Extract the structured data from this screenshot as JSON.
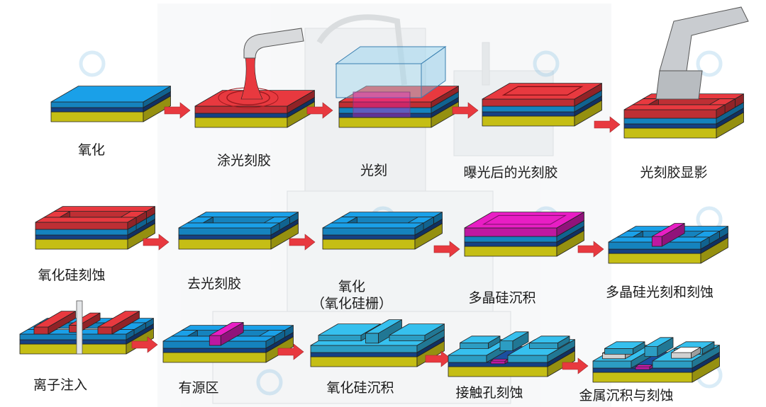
{
  "colors": {
    "blue": "#1aa0e8",
    "red": "#e8393f",
    "yellow": "#f0e81a",
    "magenta": "#e81ec4",
    "dark_blue": "#1a4fa0",
    "arrow": "#e8393f",
    "cyan_metal": "#36c0ee"
  },
  "steps": [
    {
      "id": "oxidation",
      "label": "氧化"
    },
    {
      "id": "photoresist-coating",
      "label": "涂光刻胶"
    },
    {
      "id": "lithography",
      "label": "光刻"
    },
    {
      "id": "exposed-photoresist",
      "label": "曝光后的光刻胶"
    },
    {
      "id": "photoresist-develop",
      "label": "光刻胶显影"
    },
    {
      "id": "sio2-etch",
      "label": "氧化硅刻蚀"
    },
    {
      "id": "photoresist-strip",
      "label": "去光刻胶"
    },
    {
      "id": "gate-oxidation",
      "label": "氧化",
      "sublabel": "（氧化硅栅）"
    },
    {
      "id": "polysilicon-deposition",
      "label": "多晶硅沉积"
    },
    {
      "id": "polysilicon-litho-etch",
      "label": "多晶硅光刻和刻蚀"
    },
    {
      "id": "ion-implant",
      "label": "离子注入"
    },
    {
      "id": "active-region",
      "label": "有源区"
    },
    {
      "id": "sio2-deposition",
      "label": "氧化硅沉积"
    },
    {
      "id": "contact-etch",
      "label": "接触孔刻蚀"
    },
    {
      "id": "metal-deposition-etch",
      "label": "金属沉积与刻蚀"
    }
  ]
}
